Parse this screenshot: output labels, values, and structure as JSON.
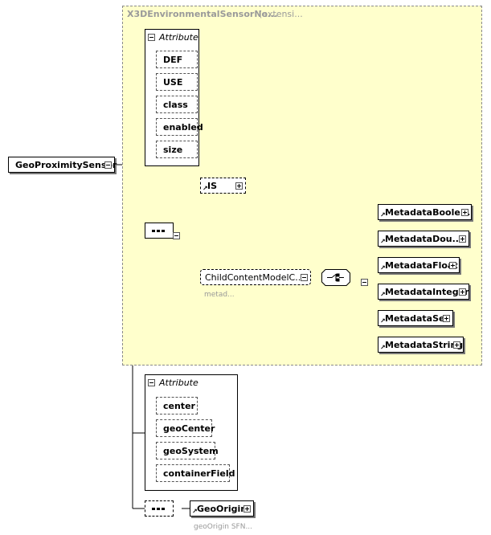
{
  "extension": {
    "title": "X3DEnvironmentalSensorNo...",
    "kind": "(extensi..."
  },
  "root_element": "GeoProximitySensor",
  "attribute_group_1": {
    "header": "Attribute",
    "items": [
      "DEF",
      "USE",
      "class",
      "enabled",
      "size"
    ]
  },
  "sequence_1": {
    "is_element": "IS",
    "child_group": "ChildContentModelC...",
    "child_group_note": "metad...",
    "choice_items": [
      "MetadataBoole...",
      "MetadataDou...",
      "MetadataFloat",
      "MetadataInteger",
      "MetadataSet",
      "MetadataString"
    ]
  },
  "attribute_group_2": {
    "header": "Attribute",
    "items": [
      "center",
      "geoCenter",
      "geoSystem",
      "containerField"
    ]
  },
  "sequence_2": {
    "element": "GeoOrigin",
    "note": "geoOrigin SFN..."
  }
}
